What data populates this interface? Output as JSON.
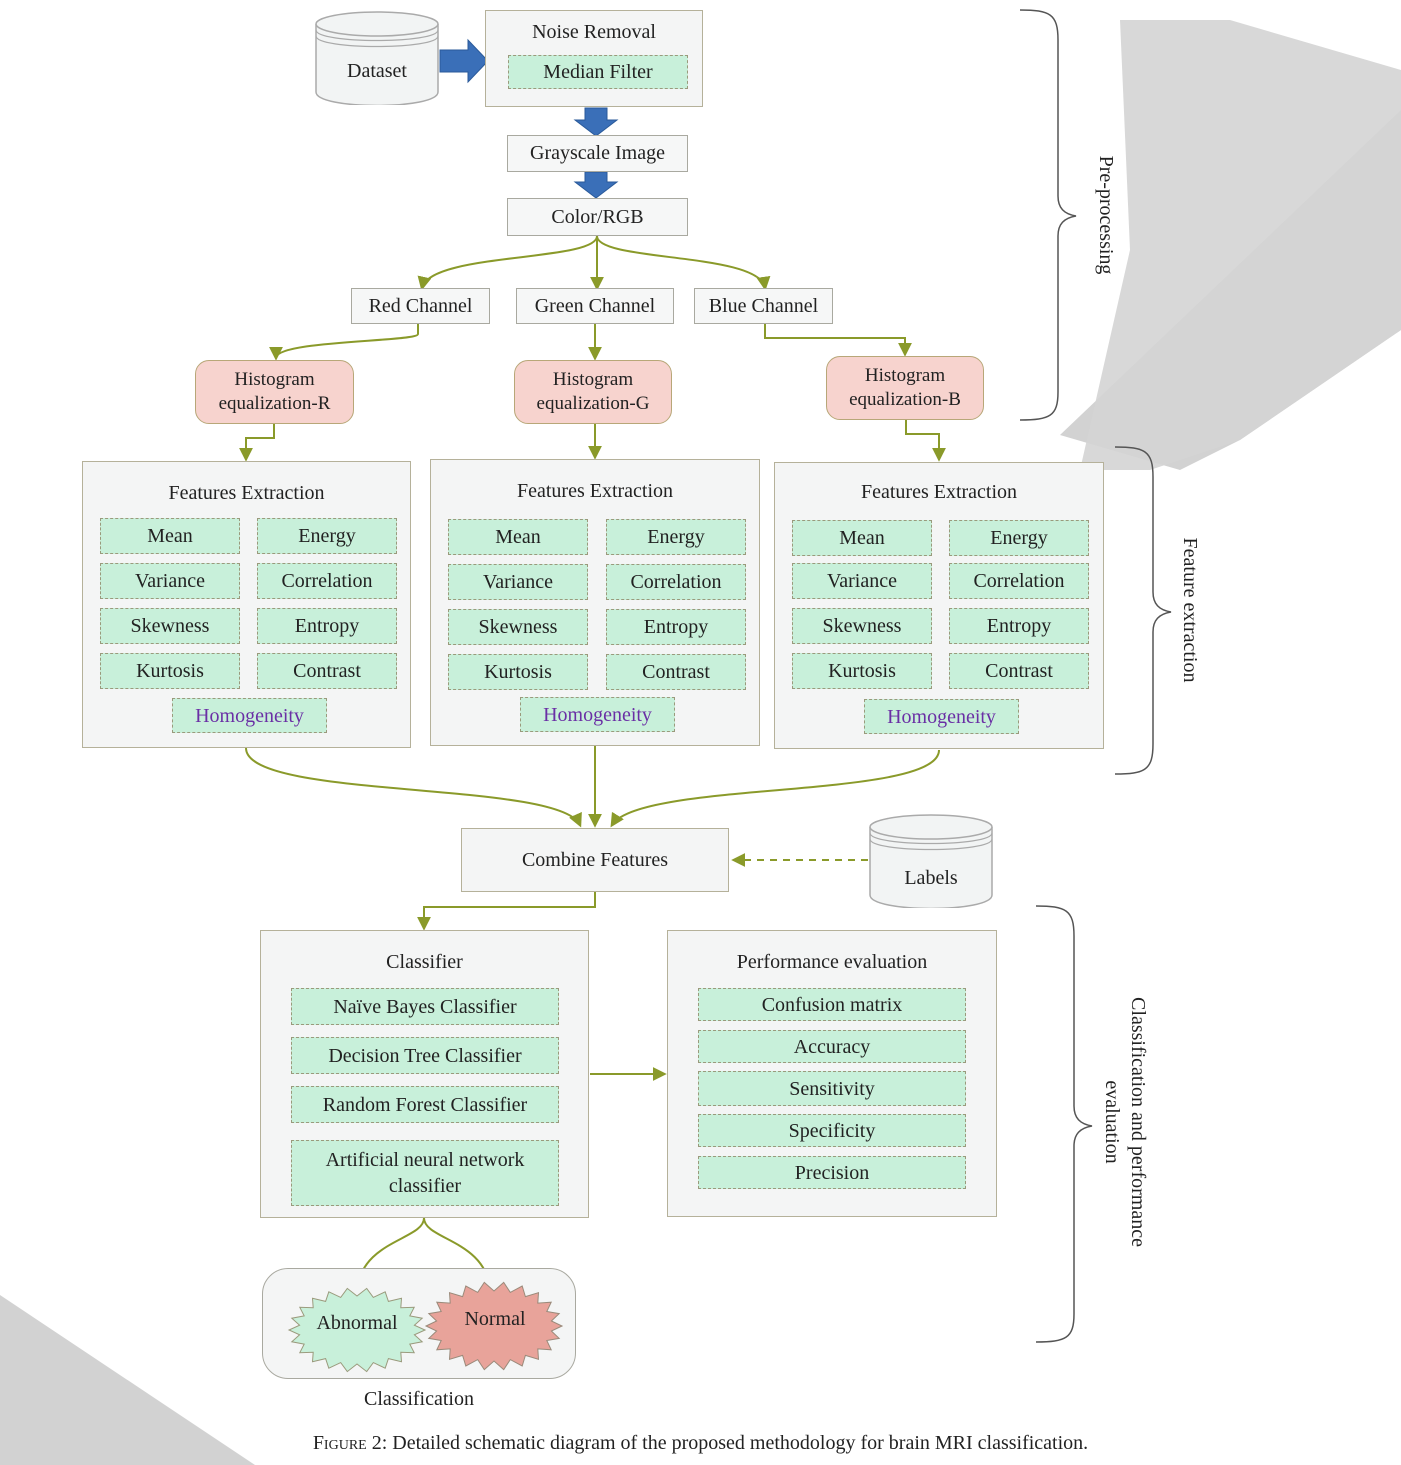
{
  "dataset": "Dataset",
  "noise_removal": {
    "title": "Noise Removal",
    "filter": "Median Filter"
  },
  "grayscale": "Grayscale Image",
  "color_rgb": "Color/RGB",
  "channels": {
    "red": "Red Channel",
    "green": "Green Channel",
    "blue": "Blue Channel"
  },
  "histograms": {
    "r": [
      "Histogram",
      "equalization-R"
    ],
    "g": [
      "Histogram",
      "equalization-G"
    ],
    "b": [
      "Histogram",
      "equalization-B"
    ]
  },
  "features": {
    "title": "Features Extraction",
    "items": [
      "Mean",
      "Energy",
      "Variance",
      "Correlation",
      "Skewness",
      "Entropy",
      "Kurtosis",
      "Contrast"
    ],
    "homogeneity": "Homogeneity"
  },
  "combine": "Combine Features",
  "labels": "Labels",
  "classifier": {
    "title": "Classifier",
    "items": [
      "Naïve Bayes Classifier",
      "Decision Tree Classifier",
      "Random Forest Classifier"
    ],
    "ann": [
      "Artificial neural network",
      "classifier"
    ]
  },
  "performance": {
    "title": "Performance evaluation",
    "items": [
      "Confusion matrix",
      "Accuracy",
      "Sensitivity",
      "Specificity",
      "Precision"
    ]
  },
  "outcomes": {
    "abnormal": "Abnormal",
    "normal": "Normal",
    "label": "Classification"
  },
  "sections": {
    "preprocessing": "Pre-processing",
    "feature_extraction": "Feature extraction",
    "classification": [
      "Classification and performance",
      "evaluation"
    ]
  },
  "caption": {
    "figure": "Figure 2:",
    "text": " Detailed schematic diagram of the proposed methodology for brain MRI classification."
  },
  "colors": {
    "connector": "#8a9a2a",
    "big_arrow": "#3a6fb8",
    "feature_fill": "#c8f0da",
    "hist_fill": "#f7d3ce",
    "normal_fill": "#e8a39a",
    "watermark": "#d0d0d0"
  }
}
